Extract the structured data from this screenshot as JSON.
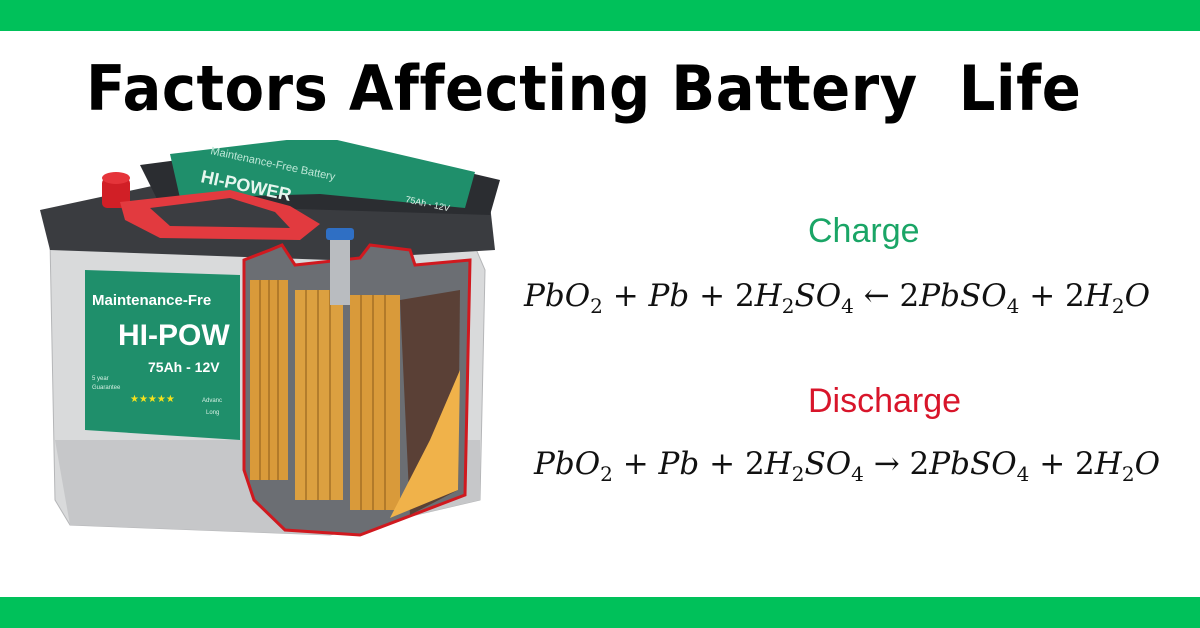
{
  "title": "Factors Affecting Battery  Life",
  "colors": {
    "bar": "#00c15a",
    "charge": "#1aa566",
    "discharge": "#d8152a"
  },
  "battery_image": {
    "top_label": {
      "line1": "Maintenance-Free Battery",
      "line2": "HI-POWER",
      "line3": "75Ah - 12V"
    },
    "front_label": {
      "line1": "Maintenance-Fre",
      "line2": "HI-POW",
      "line3": "75Ah - 12V",
      "guarantee1": "5 year",
      "guarantee2": "Guarantee",
      "stars": "★★★★★",
      "adv1": "Advanc",
      "adv2": "Long"
    }
  },
  "charge": {
    "label": "Charge",
    "equation": [
      "PbO",
      "2",
      " + Pb + ",
      "2",
      "H",
      "2",
      "SO",
      "4",
      " ← ",
      "2",
      "PbSO",
      "4",
      " + ",
      "2",
      "H",
      "2",
      "O"
    ]
  },
  "discharge": {
    "label": "Discharge",
    "equation": [
      "PbO",
      "2",
      " + Pb + ",
      "2",
      "H",
      "2",
      "SO",
      "4",
      " → ",
      "2",
      "PbSO",
      "4",
      " + ",
      "2",
      "H",
      "2",
      "O"
    ]
  }
}
